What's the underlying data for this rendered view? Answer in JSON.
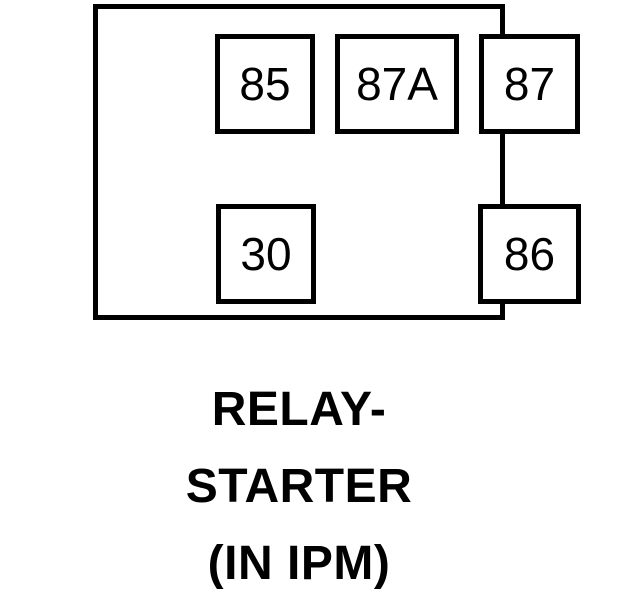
{
  "diagram": {
    "type": "relay-pinout",
    "colors": {
      "line": "#000000",
      "background": "#ffffff"
    },
    "pins": [
      {
        "label": "85",
        "position": "top-left"
      },
      {
        "label": "87A",
        "position": "top-center"
      },
      {
        "label": "87",
        "position": "top-right"
      },
      {
        "label": "30",
        "position": "bottom-left"
      },
      {
        "label": "86",
        "position": "bottom-right"
      }
    ],
    "caption": {
      "line1": "RELAY-",
      "line2": "STARTER",
      "line3": "(IN IPM)"
    }
  }
}
